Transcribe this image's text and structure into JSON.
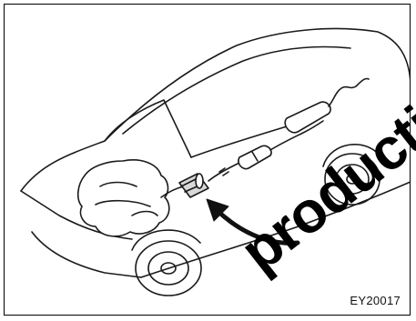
{
  "figure": {
    "code": "EY20017",
    "subject": "catalytic-converter-location",
    "colors": {
      "line": "#1a1a1a",
      "component_fill": "#d9d9d9",
      "arrow": "#111111"
    }
  },
  "watermark": {
    "text": "production"
  }
}
